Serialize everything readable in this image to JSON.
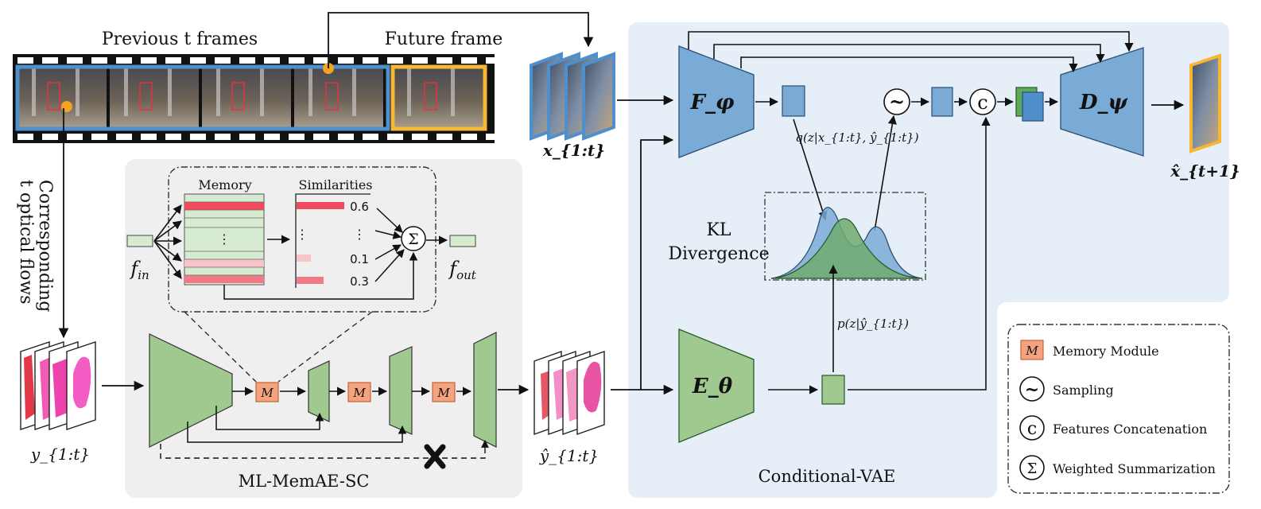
{
  "film": {
    "previous_label": "Previous t frames",
    "future_label": "Future frame",
    "flow_label_line1": "Corresponding",
    "flow_label_line2": "t optical flows"
  },
  "memory_block": {
    "memory_label": "Memory",
    "similarities_label": "Similarities",
    "dots": "⋮",
    "values": [
      "0.6",
      "⋮",
      "0.1",
      "0.3"
    ],
    "f_in": "f_in",
    "f_out": "f_out",
    "sum_symbol": "Σ"
  },
  "memae": {
    "title": "ML-MemAE-SC",
    "memory_tag": "M",
    "input_label": "y_{1:t}",
    "output_label": "ŷ_{1:t}"
  },
  "cvae": {
    "title": "Conditional-VAE",
    "encoder_label": "F_φ",
    "decoder_label": "D_ψ",
    "flow_encoder_label": "E_θ",
    "q_label": "q(z|x_{1:t}, ŷ_{1:t})",
    "p_label": "p(z|ŷ_{1:t})",
    "kl_line1": "KL",
    "kl_line2": "Divergence",
    "input_label": "x_{1:t}",
    "output_label": "x̂_{t+1}",
    "sampling_symbol": "~",
    "concat_symbol": "c"
  },
  "legend": {
    "items": [
      {
        "symbol": "M",
        "label": "Memory Module"
      },
      {
        "symbol": "~",
        "label": "Sampling"
      },
      {
        "symbol": "c",
        "label": "Features Concatenation"
      },
      {
        "symbol": "Σ",
        "label": "Weighted Summarization"
      }
    ]
  },
  "colors": {
    "blue": "#7aaad6",
    "green": "#9fc98f",
    "memory_orange": "#f4a37e",
    "gray_panel": "#efefef",
    "blue_panel": "#e6eff8",
    "frame_yellow": "#f7b733",
    "frame_blue": "#4f8fcc",
    "bar_red": "#f14a5c",
    "bar_pink": "#f6c4c9"
  }
}
